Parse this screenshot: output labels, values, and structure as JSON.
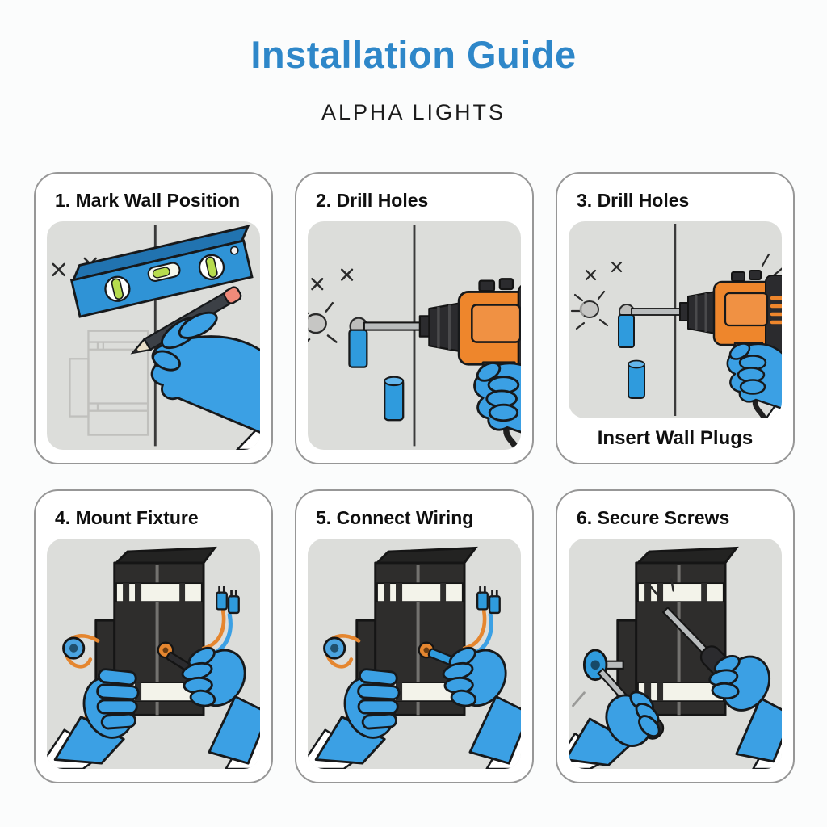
{
  "header": {
    "title": "Installation Guide",
    "subtitle": "ALPHA LIGHTS"
  },
  "steps": [
    {
      "label": "1. Mark Wall Position"
    },
    {
      "label": "2. Drill Holes"
    },
    {
      "label": "3. Drill Holes",
      "caption": "Insert Wall Plugs"
    },
    {
      "label": "4. Mount Fixture"
    },
    {
      "label": "5. Connect Wiring"
    },
    {
      "label": "6. Secure Screws"
    }
  ],
  "colors": {
    "accent-blue": "#2e87c9",
    "text-dark": "#131313",
    "glove-blue": "#3ba0e4",
    "tool-orange": "#ee862c",
    "plug-blue": "#2f9bdd",
    "level-blue": "#2f93d6",
    "wire-orange": "#e5862f",
    "fixture-dark": "#2e2d2c",
    "vial-green": "#b7dc4e",
    "panel-border": "#979797",
    "illustration-bg": "#dcddda",
    "page-bg": "#fbfcfc"
  }
}
